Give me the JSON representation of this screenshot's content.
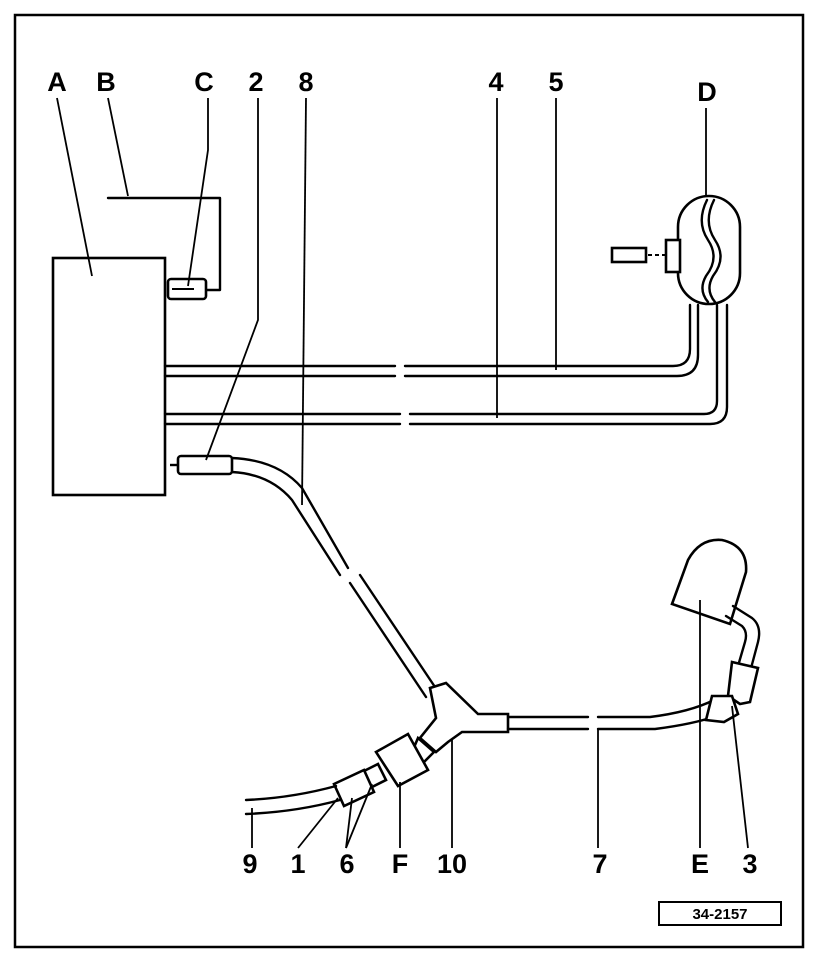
{
  "labels": {
    "A": "A",
    "B": "B",
    "C": "C",
    "n2": "2",
    "n8": "8",
    "n4": "4",
    "n5": "5",
    "D": "D",
    "n9": "9",
    "n1": "1",
    "n6": "6",
    "F": "F",
    "n10": "10",
    "n7": "7",
    "E": "E",
    "n3": "3"
  },
  "figure_number": "34-2157"
}
